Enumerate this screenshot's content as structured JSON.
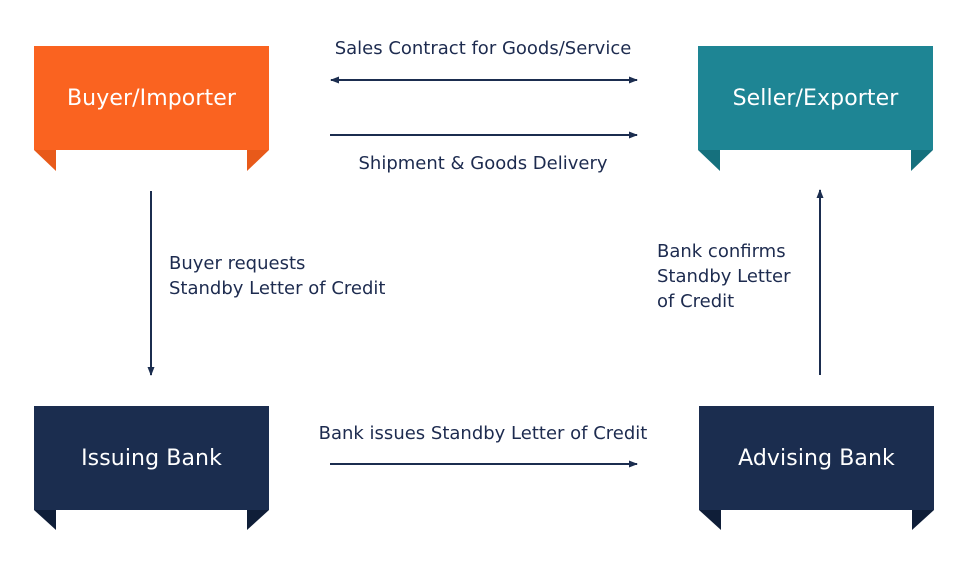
{
  "colors": {
    "buyer": "#fa6320",
    "buyer_fold": "#e85a1a",
    "seller": "#1e8594",
    "seller_fold": "#15707d",
    "bank": "#1b2d4f",
    "bank_fold": "#0f1e38",
    "arrow": "#1b2d4f",
    "text": "#1d2b4f"
  },
  "nodes": {
    "buyer": {
      "label": "Buyer/Importer"
    },
    "seller": {
      "label": "Seller/Exporter"
    },
    "issuing_bank": {
      "label": "Issuing Bank"
    },
    "advising_bank": {
      "label": "Advising Bank"
    }
  },
  "edges": {
    "sales_contract": {
      "label": "Sales Contract for Goods/Service"
    },
    "shipment": {
      "label": "Shipment & Goods Delivery"
    },
    "buyer_requests": {
      "label": "Buyer requests\nStandby Letter of Credit"
    },
    "bank_confirms": {
      "label": "Bank confirms\nStandby Letter\nof Credit"
    },
    "bank_issues": {
      "label": "Bank issues Standby Letter of Credit"
    }
  }
}
